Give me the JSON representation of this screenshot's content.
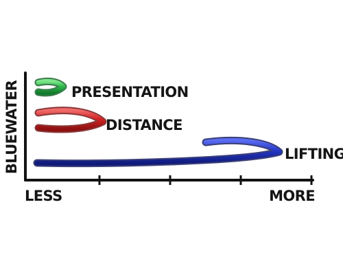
{
  "chart_data": {
    "type": "line",
    "xlabel": "",
    "ylabel": "BLUEWATER",
    "x_tick_labels": [
      "LESS",
      "MORE"
    ],
    "series": [
      {
        "name": "PRESENTATION",
        "color": "#2db84a"
      },
      {
        "name": "DISTANCE",
        "color": "#d32424"
      },
      {
        "name": "LIFTING",
        "color": "#2436c4"
      }
    ],
    "grid": false,
    "legend": "none"
  }
}
